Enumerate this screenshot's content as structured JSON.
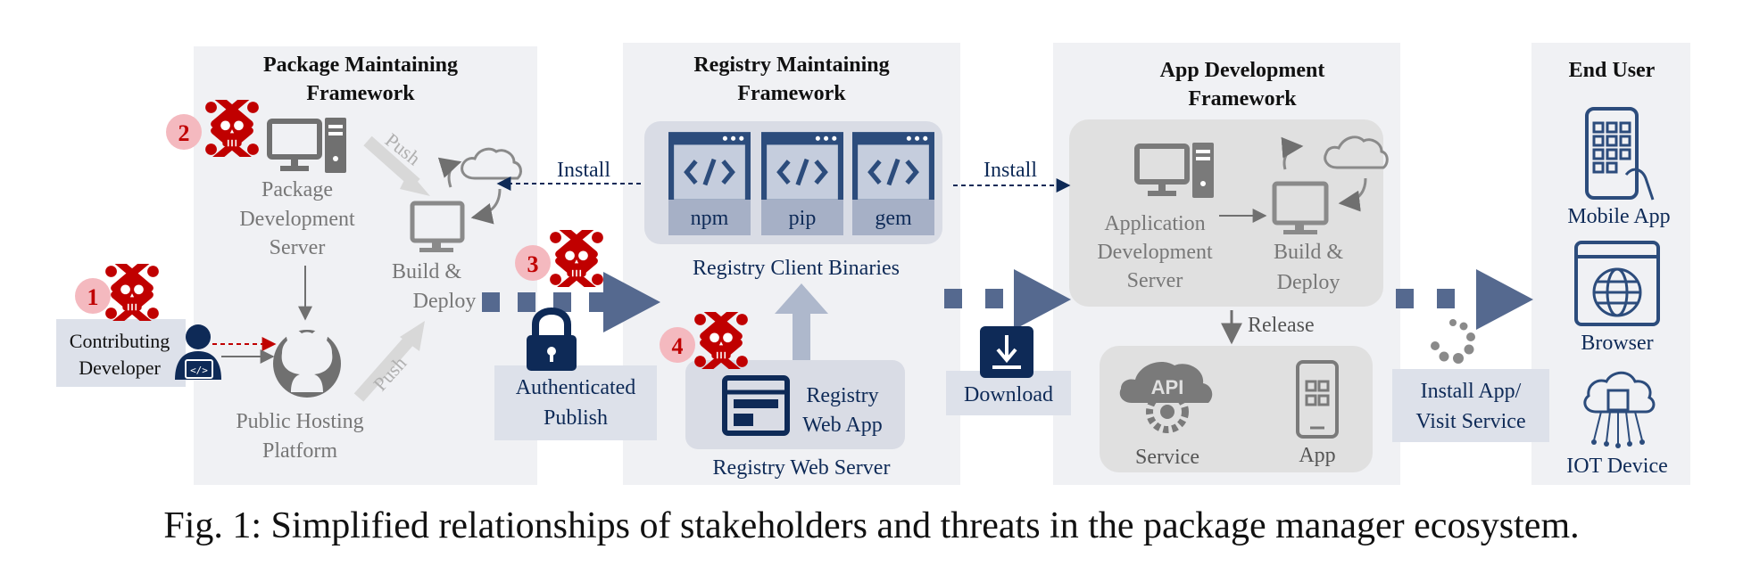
{
  "frameworks": {
    "package": "Package Maintaining",
    "package_line2": "Framework",
    "registry": "Registry Maintaining",
    "registry_line2": "Framework",
    "app": "App Development",
    "app_line2": "Framework",
    "enduser": "End User"
  },
  "package_section": {
    "server_line1": "Package",
    "server_line2": "Development",
    "server_line3": "Server",
    "push_top": "Push",
    "push_bottom": "Push",
    "build_line1": "Build &",
    "build_line2": "Deploy",
    "hosting_line1": "Public Hosting",
    "hosting_line2": "Platform",
    "developer_line1": "Contributing",
    "developer_line2": "Developer"
  },
  "threats": [
    "1",
    "2",
    "3",
    "4"
  ],
  "flows": {
    "install_left": "Install",
    "install_right": "Install",
    "auth_line1": "Authenticated",
    "auth_line2": "Publish",
    "download": "Download",
    "release": "Release",
    "visit_line1": "Install App/",
    "visit_line2": "Visit Service"
  },
  "registry_section": {
    "binaries": [
      "npm",
      "pip",
      "gem"
    ],
    "binaries_label": "Registry Client Binaries",
    "webapp_line1": "Registry",
    "webapp_line2": "Web App",
    "webserver_label": "Registry Web Server"
  },
  "app_section": {
    "server_line1": "Application",
    "server_line2": "Development",
    "server_line3": "Server",
    "build_line1": "Build &",
    "build_line2": "Deploy",
    "api_badge": "API",
    "service": "Service",
    "app": "App"
  },
  "enduser_section": {
    "mobile": "Mobile App",
    "browser": "Browser",
    "iot": "IOT Device"
  },
  "caption": "Fig. 1: Simplified relationships of stakeholders and threats in the package manager ecosystem.",
  "colors": {
    "panel_bg": "#f0f1f4",
    "panel_bg_dark": "#d9dce5",
    "navy": "#0e2a57",
    "flow_arrow": "#55698f",
    "threat_red": "#c00000",
    "threat_circle": "#f4b9bf",
    "gray_icon": "#707070",
    "light_gray": "#a0a0a0"
  }
}
